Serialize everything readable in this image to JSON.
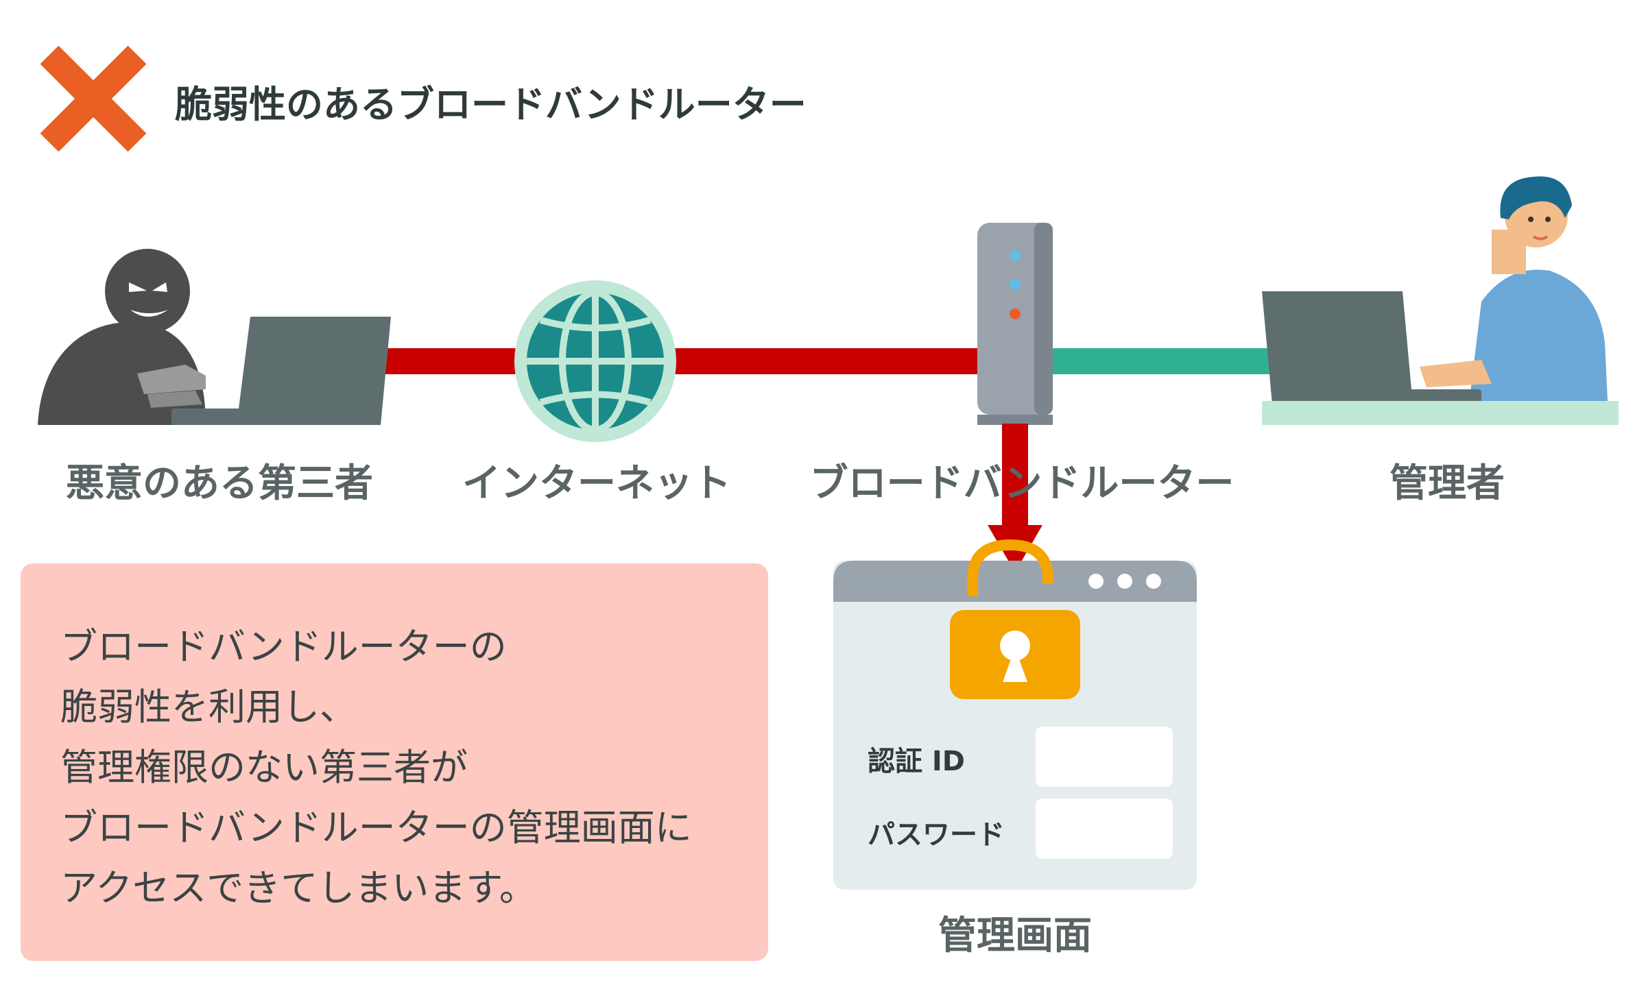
{
  "heading": "脆弱性のあるブロードバンドルーター",
  "nodes": {
    "attacker": "悪意のある第三者",
    "internet": "インターネット",
    "router": "ブロードバンドルーター",
    "admin": "管理者"
  },
  "admin_screen": {
    "label": "管理画面",
    "id_label": "認証 ID",
    "password_label": "パスワード"
  },
  "explanation": [
    "ブロードバンドルーターの",
    "脆弱性を利用し、",
    "管理権限のない第三者が",
    "ブロードバンドルーターの管理画面に",
    "アクセスできてしまいます。"
  ],
  "colors": {
    "danger_mark": "#ea6024",
    "attack_path": "#c90000",
    "safe_path": "#2fb093",
    "globe": "#1b8a8a",
    "lock": "#f4a500",
    "info_box": "#fdc9c0"
  }
}
